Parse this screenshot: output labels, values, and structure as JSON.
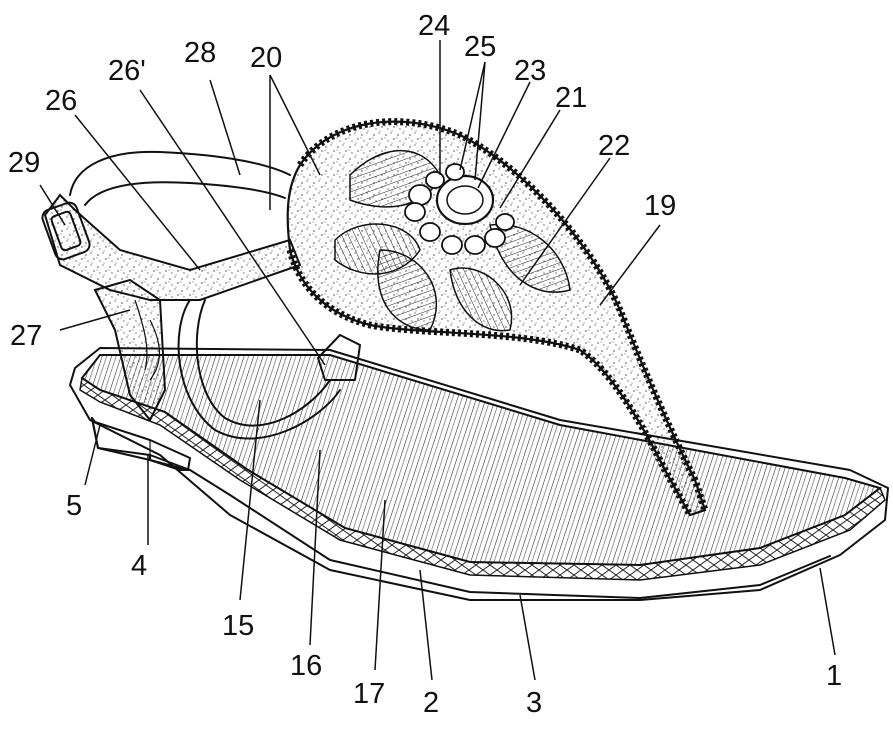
{
  "diagram": {
    "labels": [
      {
        "id": "24",
        "text": "24"
      },
      {
        "id": "25",
        "text": "25"
      },
      {
        "id": "23",
        "text": "23"
      },
      {
        "id": "21",
        "text": "21"
      },
      {
        "id": "22",
        "text": "22"
      },
      {
        "id": "19",
        "text": "19"
      },
      {
        "id": "20",
        "text": "20"
      },
      {
        "id": "28",
        "text": "28"
      },
      {
        "id": "26p",
        "text": "26'"
      },
      {
        "id": "26",
        "text": "26"
      },
      {
        "id": "29",
        "text": "29"
      },
      {
        "id": "27",
        "text": "27"
      },
      {
        "id": "5",
        "text": "5"
      },
      {
        "id": "4",
        "text": "4"
      },
      {
        "id": "15",
        "text": "15"
      },
      {
        "id": "16",
        "text": "16"
      },
      {
        "id": "17",
        "text": "17"
      },
      {
        "id": "2",
        "text": "2"
      },
      {
        "id": "3",
        "text": "3"
      },
      {
        "id": "1",
        "text": "1"
      }
    ]
  }
}
